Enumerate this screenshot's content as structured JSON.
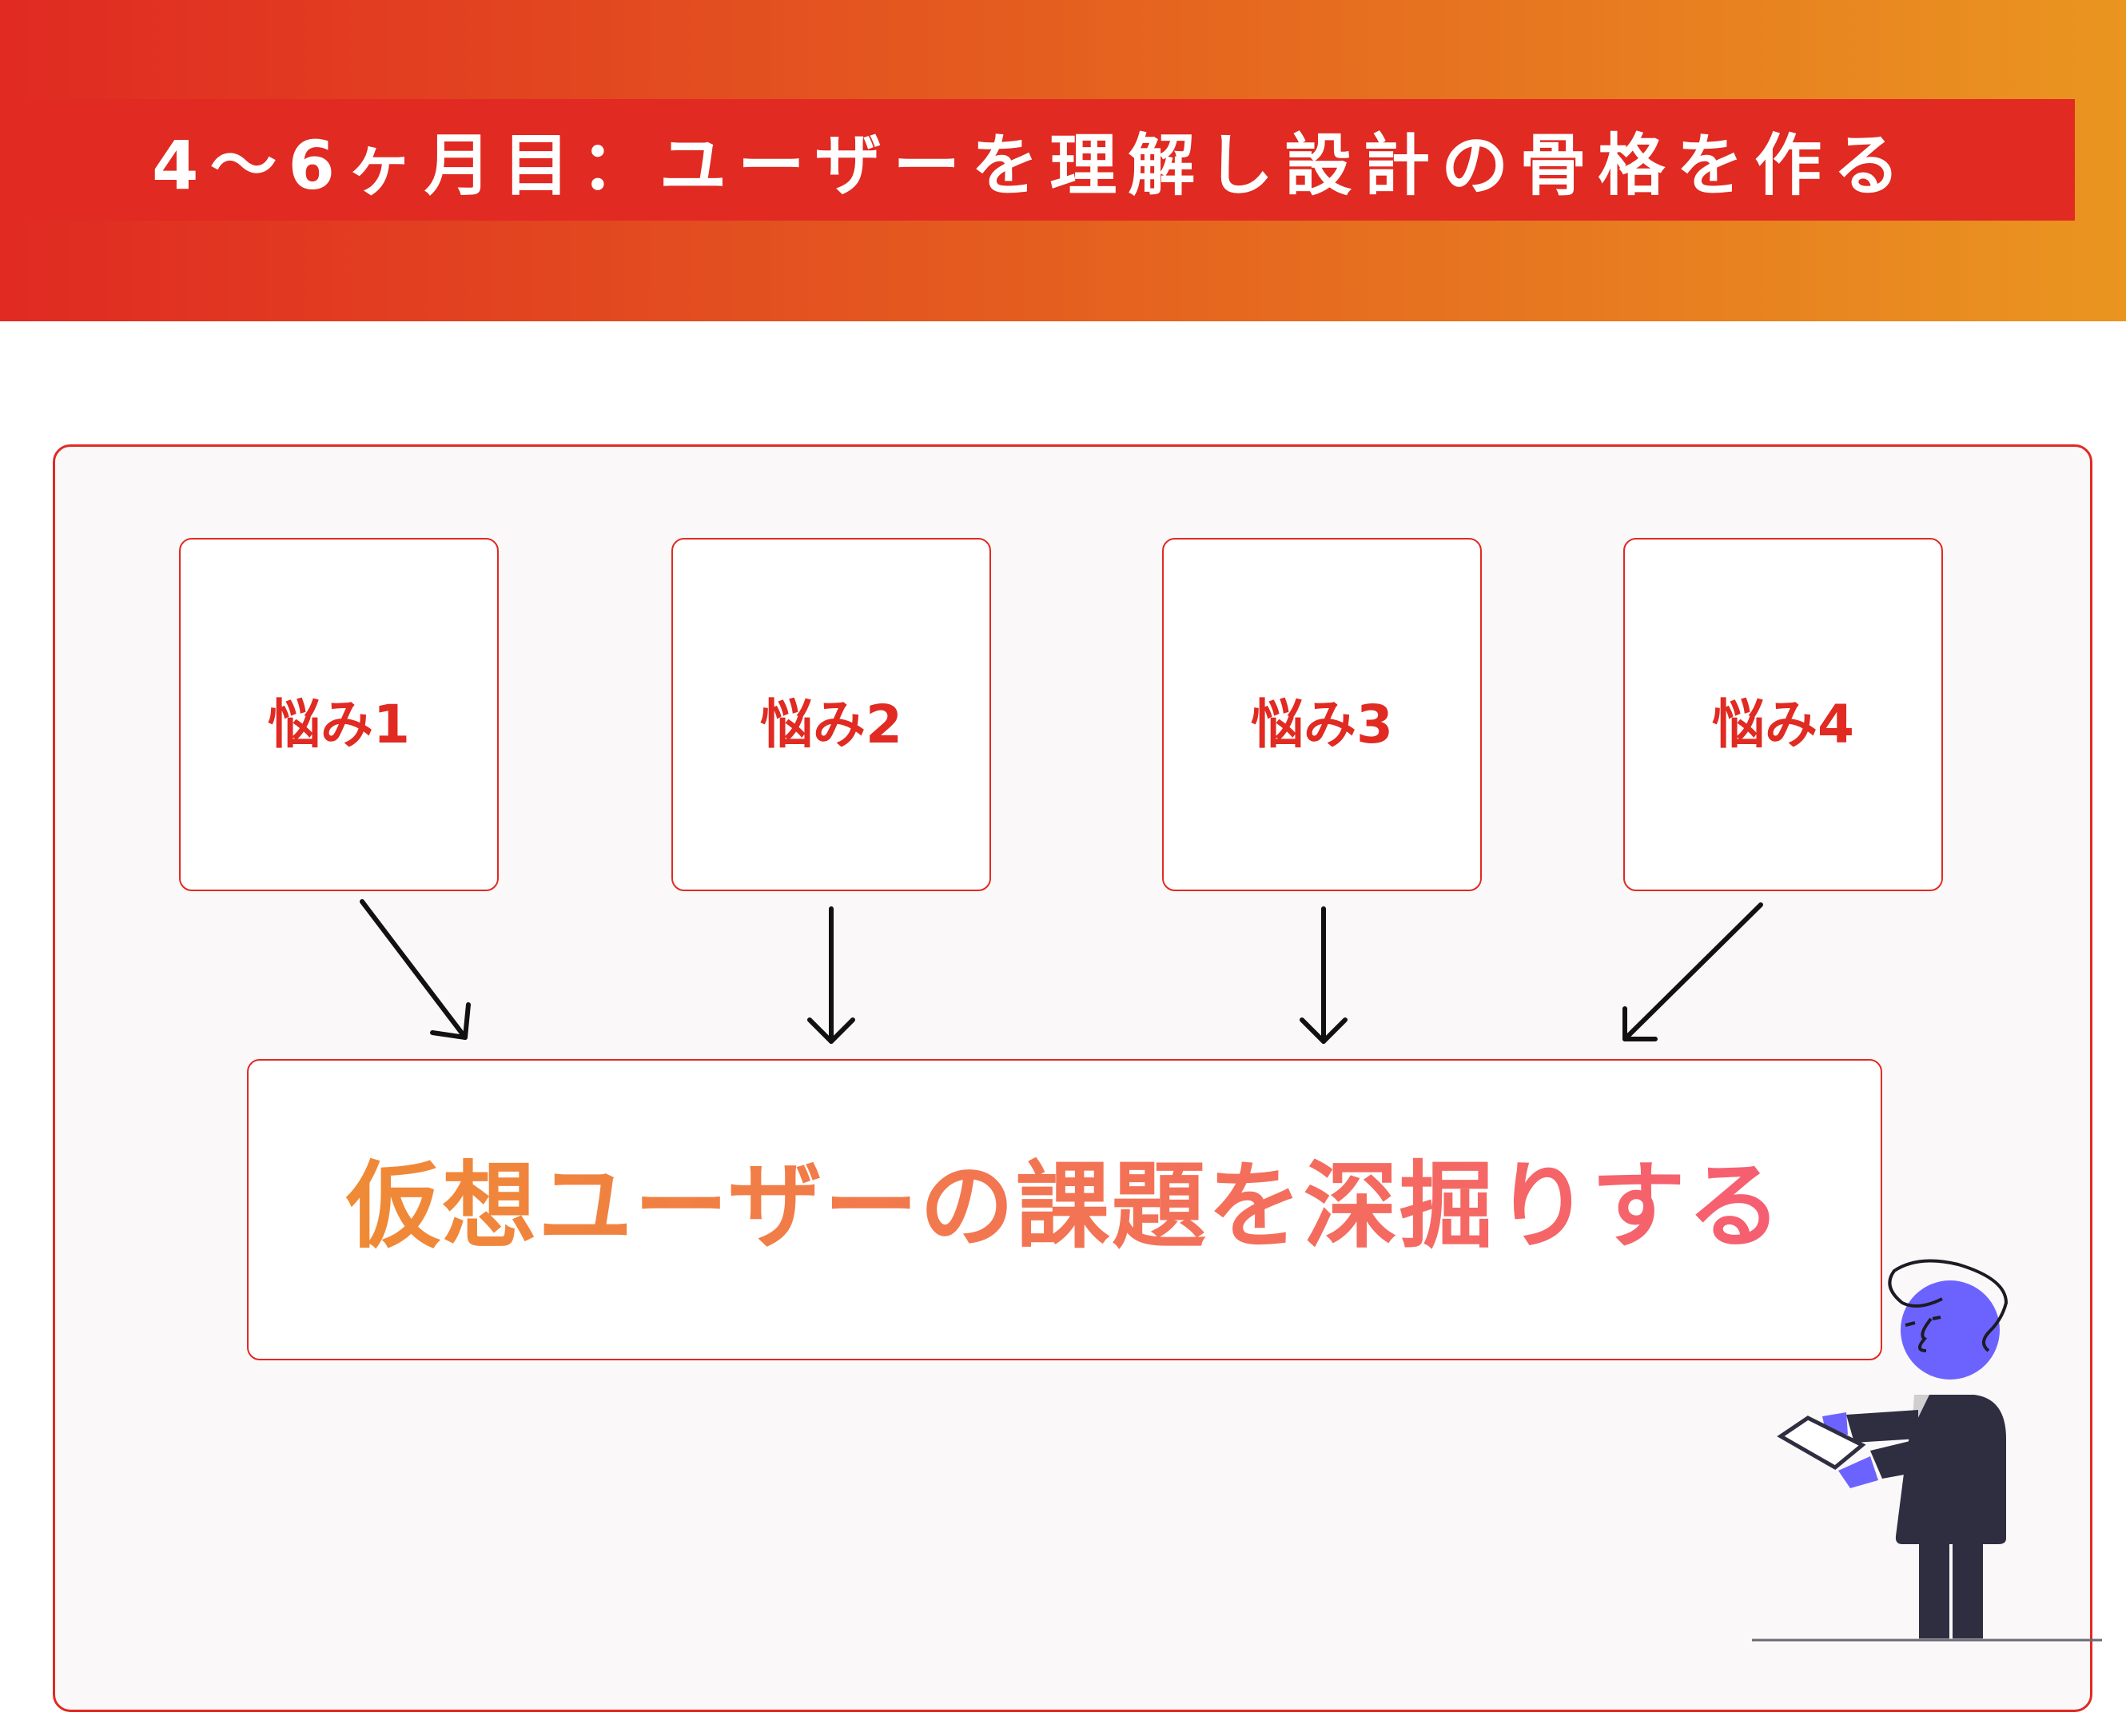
{
  "header": {
    "title": "4〜6ヶ月目：ユーザーを理解し設計の骨格を作る"
  },
  "worries": [
    {
      "label": "悩み1"
    },
    {
      "label": "悩み2"
    },
    {
      "label": "悩み3"
    },
    {
      "label": "悩み4"
    }
  ],
  "result": {
    "label": "仮想ユーザーの課題を深掘りする"
  },
  "colors": {
    "primary": "#e02a22",
    "gradient_start": "#e02a22",
    "gradient_end": "#ea9520",
    "figure_skin": "#6c63ff",
    "figure_body": "#2f2e41"
  }
}
